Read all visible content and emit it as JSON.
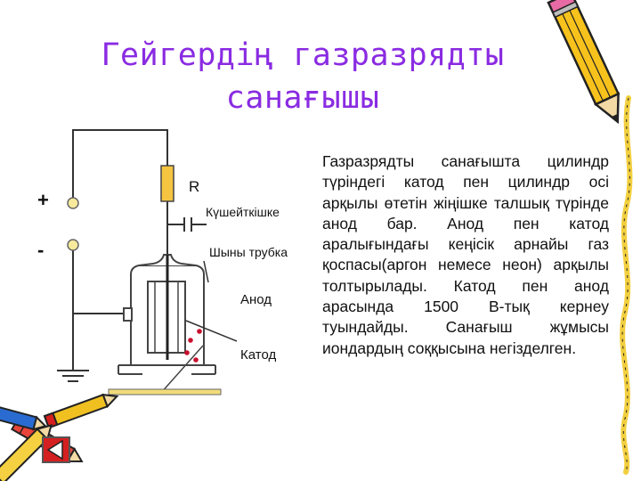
{
  "title": {
    "line1": "Гейгердің газразрядты",
    "line2": "санағышы"
  },
  "description": "Газразрядты санағышта цилиндр түріндегі катод пен цилиндр осі арқылы өтетін жіңішке талшық түрінде анод бар. Анод пен катод аралығындағы кеңісік арнайы газ қоспасы(аргон немесе неон) арқылы толтырылады. Катод пен анод арасында 1500 В-тық кернеу туындайды. Санағыш жұмысы иондардың соққысына негізделген.",
  "diagram": {
    "plus": "+",
    "minus": "-",
    "resistor": "R",
    "amplifier": "Күшейткішке",
    "tube": "Шыны трубка",
    "anode": "Анод",
    "cathode": "Катод"
  },
  "icons": [
    "pencil-icon",
    "crayons-icon",
    "back-arrow-icon"
  ],
  "colors": {
    "title": "#8a2be2",
    "wire": "#333333",
    "resistor": "#f5c542",
    "plate": "#f2dc7a",
    "particle": "#c8102e"
  }
}
